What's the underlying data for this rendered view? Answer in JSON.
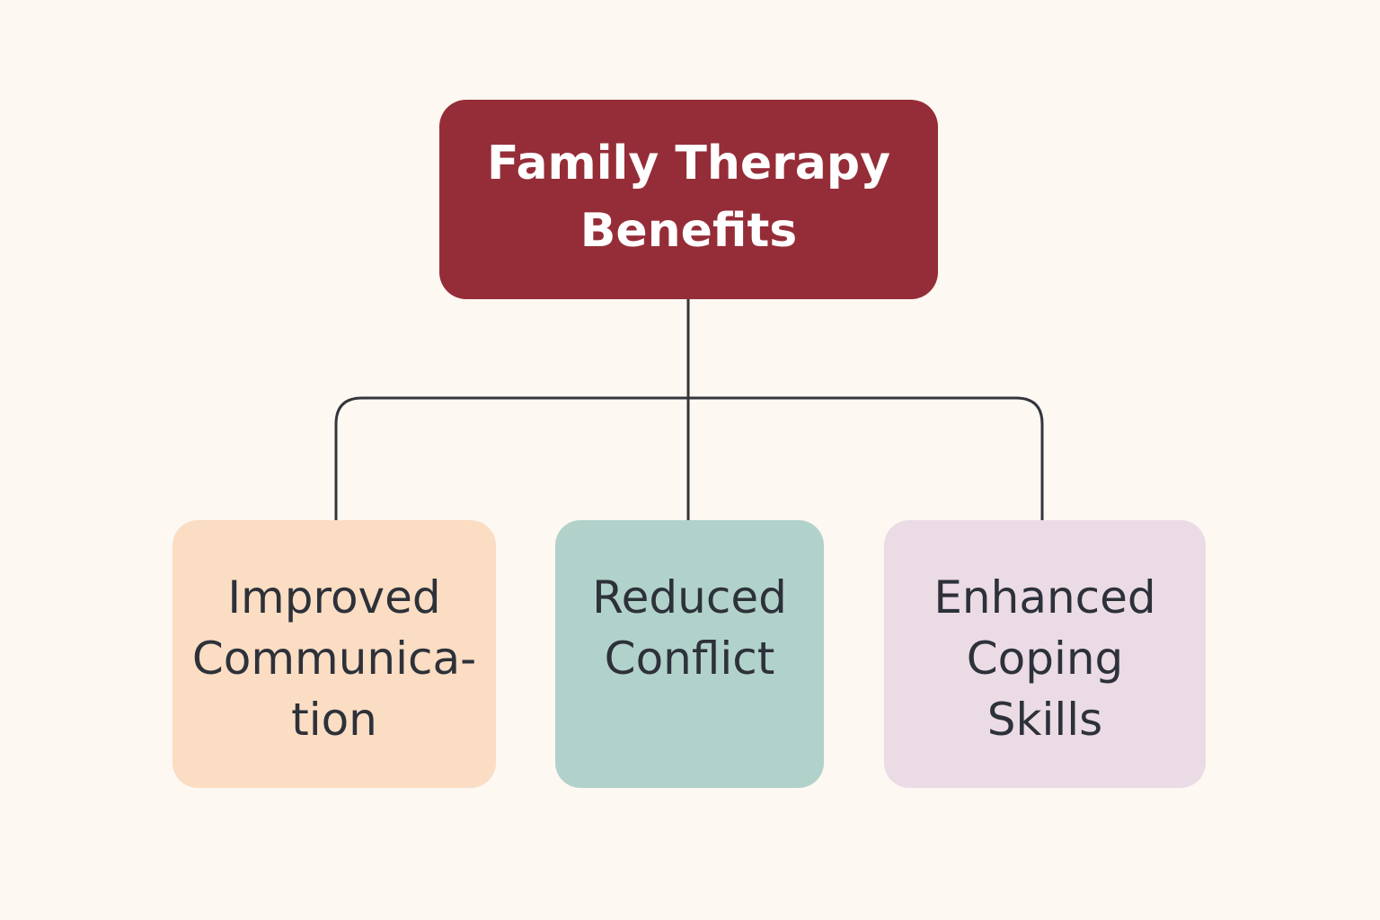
{
  "diagram": {
    "root": {
      "label": "Family Therapy\nBenefits",
      "color": "#952d38"
    },
    "children": [
      {
        "label": "Improved\nCommunica-\ntion",
        "color": "#fbddc3"
      },
      {
        "label": "Reduced\nConflict",
        "color": "#b1d2ca"
      },
      {
        "label": "Enhanced\nCoping\nSkills",
        "color": "#ebdbe5"
      }
    ],
    "connector_color": "#33363b",
    "background": "#fdf8f2"
  }
}
